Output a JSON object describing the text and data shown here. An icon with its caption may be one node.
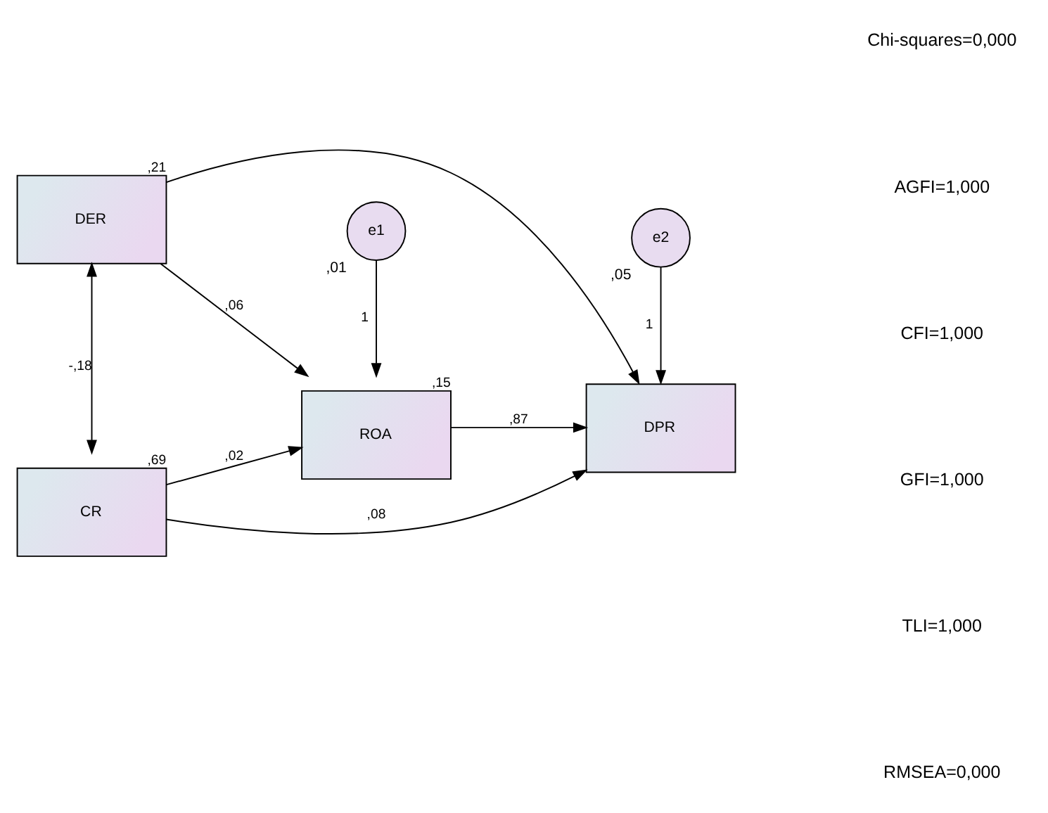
{
  "diagram": {
    "nodes": [
      {
        "text": [
          "DER"
        ],
        "beside": [
          ",21"
        ]
      },
      {
        "text": [
          "e1"
        ],
        "beside": [
          ",01"
        ]
      },
      {
        "text": [
          "e2"
        ],
        "beside": [
          ",05"
        ]
      },
      {
        "text": [
          "ROA"
        ],
        "beside": [
          ",15"
        ]
      },
      {
        "text": [
          "DPR"
        ]
      },
      {
        "text": [
          "CR"
        ],
        "beside": [
          ",69"
        ]
      }
    ],
    "edges": [
      {
        "from": 0,
        "to": 3,
        "arrow": "to",
        "label": ",06"
      },
      {
        "from": 0,
        "to": 4,
        "arrow": "to"
      },
      {
        "from": 1,
        "to": 3,
        "arrow": "to",
        "label": "1"
      },
      {
        "from": 2,
        "to": 4,
        "arrow": "to",
        "label": "1"
      },
      {
        "from": 3,
        "to": 4,
        "arrow": "to",
        "label": ",87"
      },
      {
        "from": 5,
        "to": 3,
        "arrow": "to",
        "label": ",02"
      },
      {
        "from": 5,
        "to": 4,
        "arrow": "to",
        "label": ",08"
      },
      {
        "from": 0,
        "to": 5,
        "arrow": "both",
        "label": "-,18"
      }
    ],
    "labels": [
      "Chi-squares=0,000",
      "AGFI=1,000",
      "CFI=1,000",
      "GFI=1,000",
      "TLI=1,000",
      "RMSEA=0,000"
    ]
  }
}
